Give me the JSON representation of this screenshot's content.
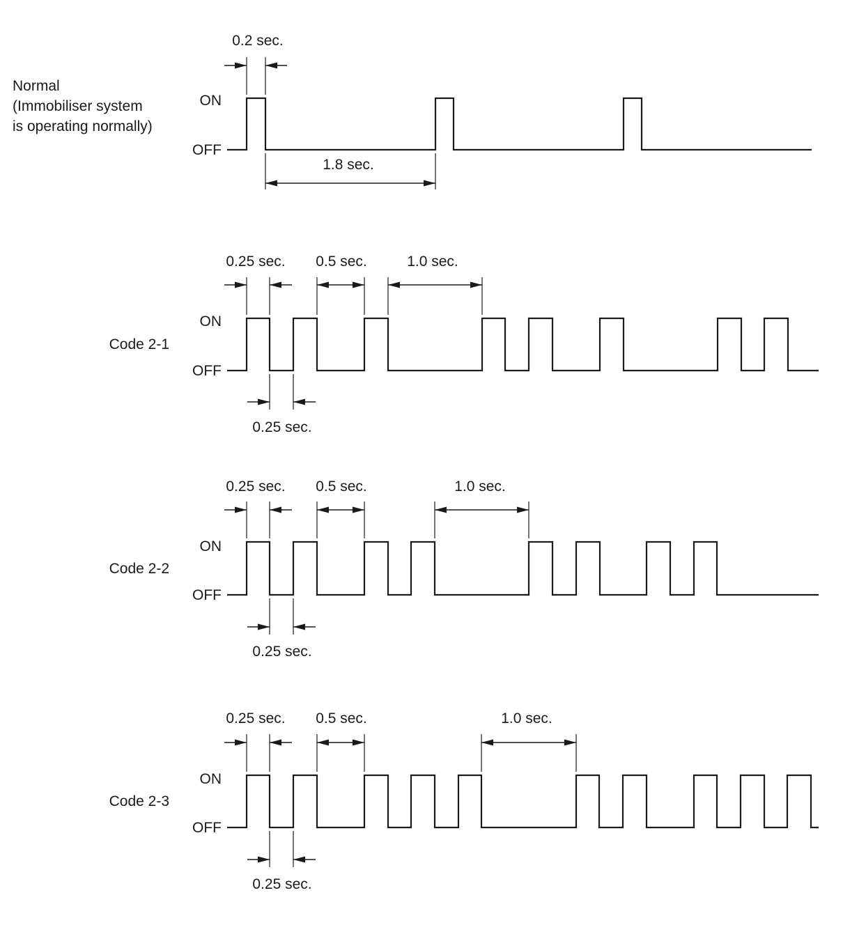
{
  "on_label": "ON",
  "off_label": "OFF",
  "panels": [
    {
      "id": "normal",
      "name_lines": [
        "Normal",
        "(Immobiliser system",
        "is operating normally)"
      ],
      "pulses": [
        [
          0.0,
          0.2
        ],
        [
          2.0,
          2.2
        ],
        [
          4.0,
          4.2
        ]
      ],
      "trace_end": 6.0,
      "dims": {
        "pulse": "0.2 sec.",
        "gap": "1.8 sec."
      }
    },
    {
      "id": "code-2-1",
      "name_lines": [
        "Code 2-1"
      ],
      "pulses": [
        [
          0.0,
          0.25
        ],
        [
          0.5,
          0.75
        ],
        [
          1.25,
          1.5
        ],
        [
          2.5,
          2.75
        ],
        [
          3.0,
          3.25
        ],
        [
          3.75,
          4.0
        ],
        [
          5.0,
          5.25
        ],
        [
          5.5,
          5.75
        ]
      ],
      "trace_end": 6.1,
      "dims": {
        "pulse": "0.25 sec.",
        "short_gap": "0.5 sec.",
        "long_gap": "1.0 sec.",
        "low": "0.25 sec."
      }
    },
    {
      "id": "code-2-2",
      "name_lines": [
        "Code 2-2"
      ],
      "pulses": [
        [
          0.0,
          0.25
        ],
        [
          0.5,
          0.75
        ],
        [
          1.25,
          1.5
        ],
        [
          1.75,
          2.0
        ],
        [
          3.0,
          3.25
        ],
        [
          3.5,
          3.75
        ],
        [
          4.25,
          4.5
        ],
        [
          4.75,
          5.0
        ]
      ],
      "trace_end": 6.1,
      "dims": {
        "pulse": "0.25 sec.",
        "short_gap": "0.5 sec.",
        "long_gap": "1.0 sec.",
        "low": "0.25 sec."
      }
    },
    {
      "id": "code-2-3",
      "name_lines": [
        "Code 2-3"
      ],
      "pulses": [
        [
          0.0,
          0.25
        ],
        [
          0.5,
          0.75
        ],
        [
          1.25,
          1.5
        ],
        [
          1.75,
          2.0
        ],
        [
          2.25,
          2.5
        ],
        [
          3.5,
          3.75
        ],
        [
          4.0,
          4.25
        ],
        [
          4.75,
          5.0
        ],
        [
          5.25,
          5.5
        ],
        [
          5.75,
          6.0
        ]
      ],
      "trace_end": 6.1,
      "dims": {
        "pulse": "0.25 sec.",
        "short_gap": "0.5 sec.",
        "long_gap": "1.0 sec.",
        "low": "0.25 sec."
      }
    }
  ]
}
